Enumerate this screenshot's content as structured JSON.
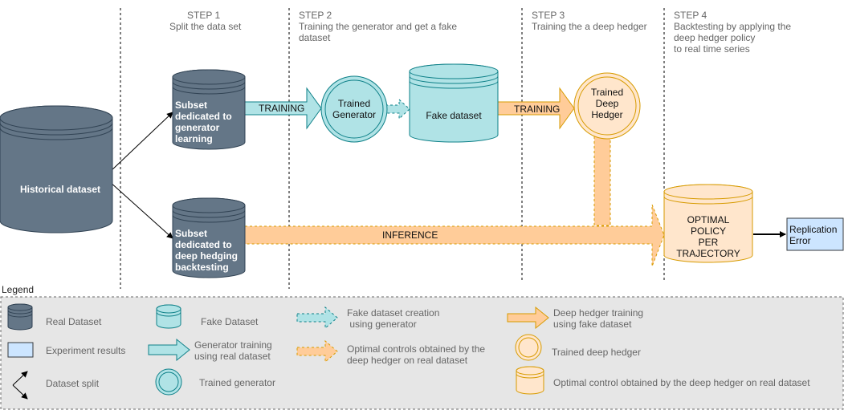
{
  "steps": [
    {
      "title": "STEP 1",
      "desc": [
        "Split the data set"
      ]
    },
    {
      "title": "STEP 2",
      "desc": [
        "Training the generator and get a fake",
        "dataset"
      ]
    },
    {
      "title": "STEP 3",
      "desc": [
        "Training the a deep hedger"
      ]
    },
    {
      "title": "STEP 4",
      "desc": [
        "Backtesting by applying the",
        "deep hedger policy",
        "to real time series"
      ]
    }
  ],
  "nodes": {
    "historical": "Historical dataset",
    "subset_generator": [
      "Subset",
      "dedicated to",
      "generator",
      "learning"
    ],
    "subset_hedging": [
      "Subset",
      "dedicated to",
      "deep hedging",
      "backtesting"
    ],
    "trained_generator": [
      "Trained",
      "Generator"
    ],
    "fake_dataset": "Fake dataset",
    "trained_hedger": [
      "Trained",
      "Deep",
      "Hedger"
    ],
    "optimal_policy": [
      "OPTIMAL",
      "POLICY",
      "PER",
      "TRAJECTORY"
    ],
    "replication_error": [
      "Replication",
      "Error"
    ]
  },
  "arrows": {
    "training_1": "TRAINING",
    "training_2": "TRAINING",
    "inference": "INFERENCE"
  },
  "legend": {
    "title": "Legend",
    "real_dataset": "Real Dataset",
    "experiment_results": "Experiment results",
    "dataset_split": "Dataset split",
    "fake_dataset": "Fake Dataset",
    "generator_training": [
      "Generator training",
      "using real dataset"
    ],
    "trained_generator": "Trained generator",
    "fake_dataset_creation": [
      "Fake dataset creation",
      " using generator"
    ],
    "optimal_controls": [
      "Optimal controls obtained by the",
      "deep hedger on real dataset"
    ],
    "deep_hedger_training": [
      "Deep hedger training",
      "using fake dataset"
    ],
    "trained_deep_hedger": "Trained deep hedger",
    "optimal_control_obtained": "Optimal control obtained by the deep hedger on real dataset"
  },
  "colors": {
    "real_fill": "#647687",
    "real_stroke": "#314354",
    "fake_fill": "#b0e3e6",
    "fake_stroke": "#0e8088",
    "hedger_fill": "#ffe6cc",
    "hedger_stroke": "#d79b00",
    "result_fill": "#cce5ff",
    "result_stroke": "#36393d",
    "legend_bg": "#e6e6e6"
  }
}
